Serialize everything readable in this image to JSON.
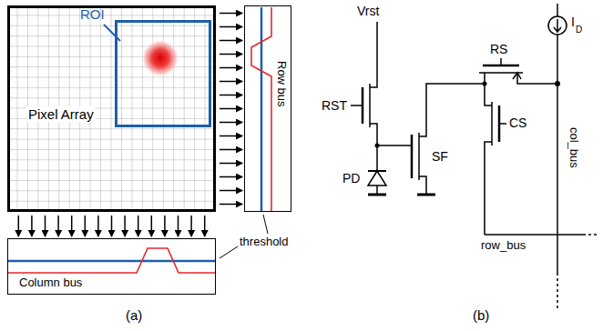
{
  "diagram": {
    "nodes": [
      {
        "text": [
          "Pixel Array"
        ]
      },
      {
        "text": [
          "ROI"
        ],
        "in": 0
      },
      {
        "text": [
          "Row bus"
        ]
      },
      {
        "text": [
          "Column bus"
        ]
      }
    ],
    "edges": [
      {
        "from": 0,
        "to": 2,
        "arrow": "to"
      },
      {
        "from": 0,
        "to": 3,
        "arrow": "to"
      }
    ],
    "labels": [
      "threshold",
      "(a)",
      "Vrst",
      "RST",
      "PD",
      "SF",
      "RS",
      "CS",
      "I",
      "D",
      "col_bus",
      "row_bus",
      "(b)"
    ]
  }
}
